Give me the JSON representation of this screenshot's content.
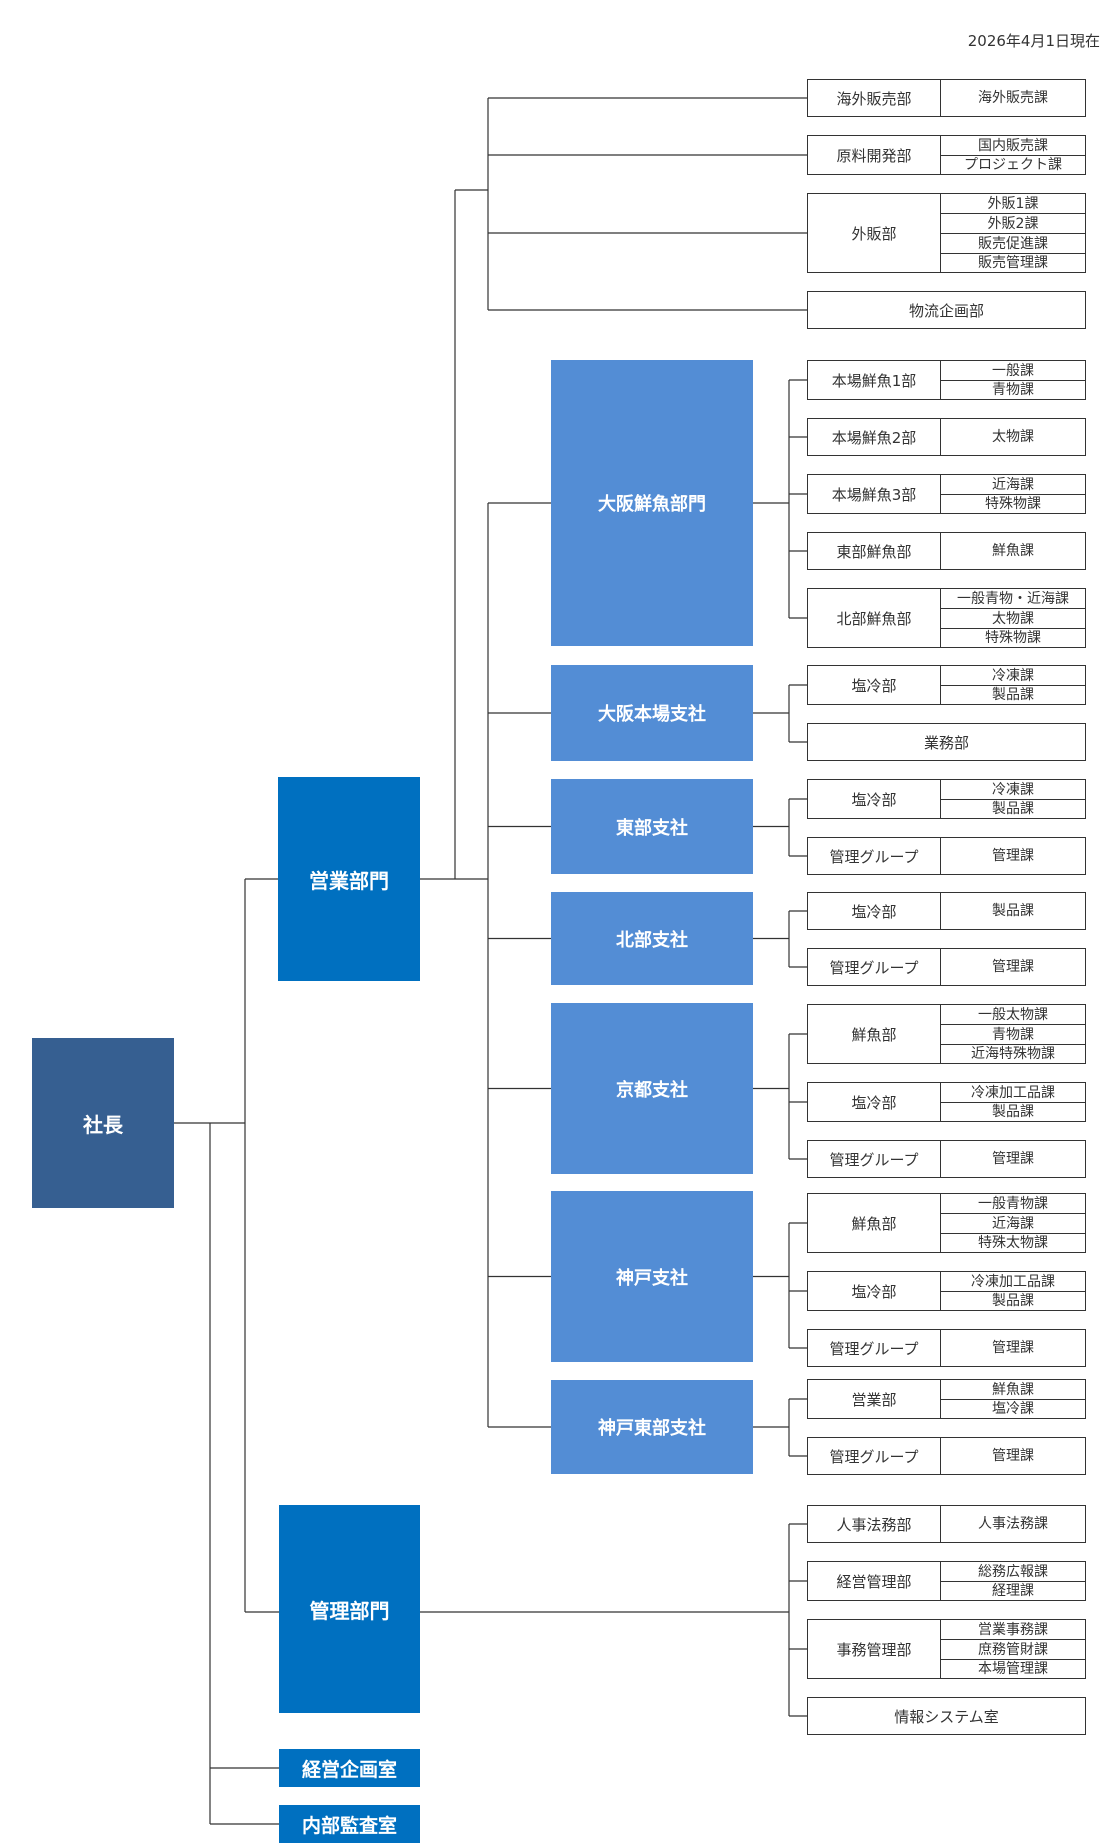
{
  "as_of_date": "2026年4月1日現在",
  "president": "社長",
  "sales_division": {
    "label": "営業部門",
    "direct_departments": [
      {
        "name": "海外販売部",
        "sections": [
          "海外販売課"
        ]
      },
      {
        "name": "原料開発部",
        "sections": [
          "国内販売課",
          "プロジェクト課"
        ]
      },
      {
        "name": "外販部",
        "sections": [
          "外販1課",
          "外販2課",
          "販売促進課",
          "販売管理課"
        ]
      },
      {
        "name": "物流企画部",
        "sections": []
      }
    ],
    "sub_units": [
      {
        "name": "大阪鮮魚部門",
        "departments": [
          {
            "name": "本場鮮魚1部",
            "sections": [
              "一般課",
              "青物課"
            ]
          },
          {
            "name": "本場鮮魚2部",
            "sections": [
              "太物課"
            ]
          },
          {
            "name": "本場鮮魚3部",
            "sections": [
              "近海課",
              "特殊物課"
            ]
          },
          {
            "name": "東部鮮魚部",
            "sections": [
              "鮮魚課"
            ]
          },
          {
            "name": "北部鮮魚部",
            "sections": [
              "一般青物・近海課",
              "太物課",
              "特殊物課"
            ]
          }
        ]
      },
      {
        "name": "大阪本場支社",
        "departments": [
          {
            "name": "塩冷部",
            "sections": [
              "冷凍課",
              "製品課"
            ]
          },
          {
            "name": "業務部",
            "sections": []
          }
        ]
      },
      {
        "name": "東部支社",
        "departments": [
          {
            "name": "塩冷部",
            "sections": [
              "冷凍課",
              "製品課"
            ]
          },
          {
            "name": "管理グループ",
            "sections": [
              "管理課"
            ]
          }
        ]
      },
      {
        "name": "北部支社",
        "departments": [
          {
            "name": "塩冷部",
            "sections": [
              "製品課"
            ]
          },
          {
            "name": "管理グループ",
            "sections": [
              "管理課"
            ]
          }
        ]
      },
      {
        "name": "京都支社",
        "departments": [
          {
            "name": "鮮魚部",
            "sections": [
              "一般太物課",
              "青物課",
              "近海特殊物課"
            ]
          },
          {
            "name": "塩冷部",
            "sections": [
              "冷凍加工品課",
              "製品課"
            ]
          },
          {
            "name": "管理グループ",
            "sections": [
              "管理課"
            ]
          }
        ]
      },
      {
        "name": "神戸支社",
        "departments": [
          {
            "name": "鮮魚部",
            "sections": [
              "一般青物課",
              "近海課",
              "特殊太物課"
            ]
          },
          {
            "name": "塩冷部",
            "sections": [
              "冷凍加工品課",
              "製品課"
            ]
          },
          {
            "name": "管理グループ",
            "sections": [
              "管理課"
            ]
          }
        ]
      },
      {
        "name": "神戸東部支社",
        "departments": [
          {
            "name": "営業部",
            "sections": [
              "鮮魚課",
              "塩冷課"
            ]
          },
          {
            "name": "管理グループ",
            "sections": [
              "管理課"
            ]
          }
        ]
      }
    ]
  },
  "admin_division": {
    "label": "管理部門",
    "departments": [
      {
        "name": "人事法務部",
        "sections": [
          "人事法務課"
        ]
      },
      {
        "name": "経営管理部",
        "sections": [
          "総務広報課",
          "経理課"
        ]
      },
      {
        "name": "事務管理部",
        "sections": [
          "営業事務課",
          "庶務管財課",
          "本場管理課"
        ]
      },
      {
        "name": "情報システム室",
        "sections": []
      }
    ]
  },
  "offices": [
    "経営企画室",
    "内部監査室"
  ],
  "colors": {
    "president": "#365f91",
    "division": "#0070c0",
    "sub_unit": "#538dd5",
    "line": "#333333"
  }
}
